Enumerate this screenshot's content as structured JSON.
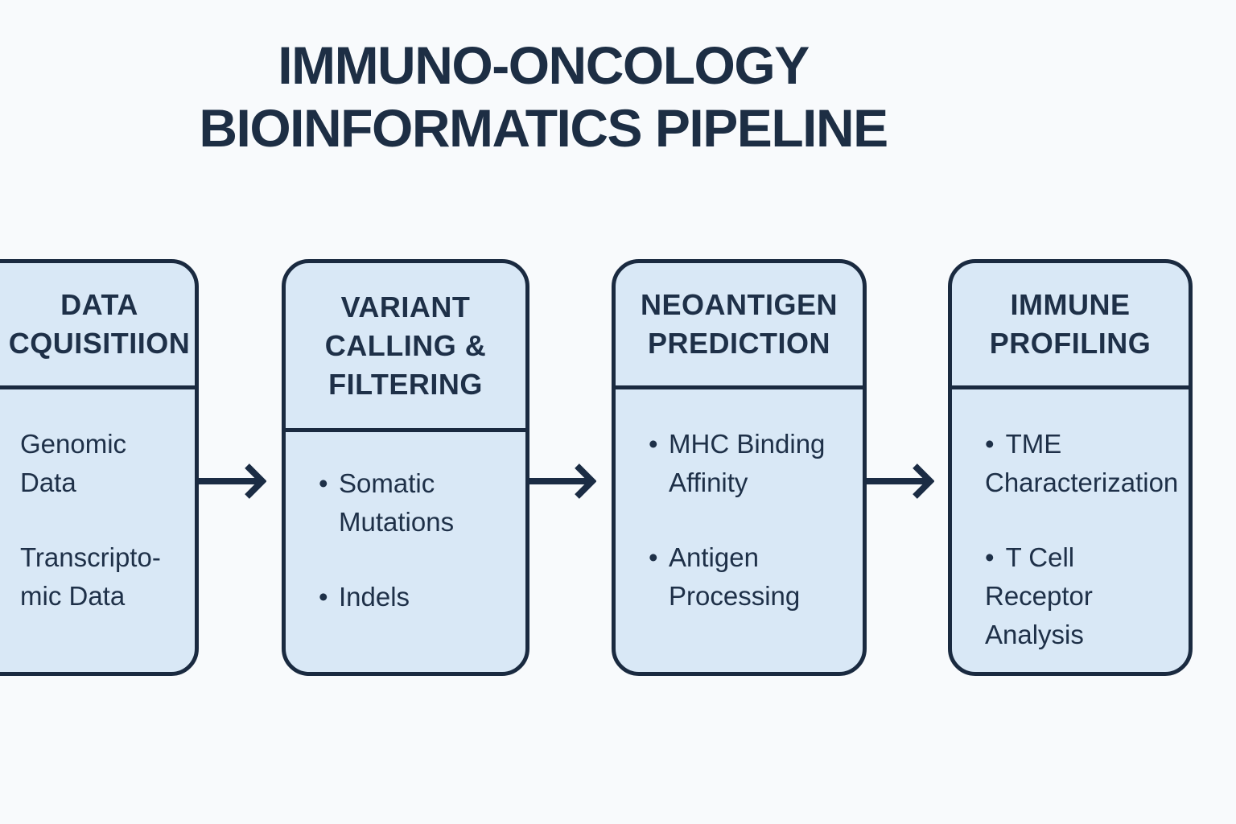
{
  "title": {
    "line1": "IMMUNO-ONCOLOGY",
    "line2": "BIOINFORMATICS PIPELINE"
  },
  "colors": {
    "background": "#f8fafc",
    "box_fill": "#d9e8f6",
    "box_border": "#1a2a40",
    "text_navy": "#1e3048",
    "arrow_navy": "#1b2c44"
  },
  "boxes": [
    {
      "id": "data-acquisition",
      "header_lines": [
        "DATA",
        "CQUISITIION"
      ],
      "items": [
        {
          "bullet": false,
          "lines": [
            "Genomic",
            "Data"
          ]
        },
        {
          "bullet": false,
          "lines": [
            "Transcripto-",
            "mic Data"
          ]
        }
      ]
    },
    {
      "id": "variant-calling-filtering",
      "header_lines": [
        "VARIANT",
        "CALLING &",
        "FILTERING"
      ],
      "items": [
        {
          "bullet": true,
          "lines": [
            "Somatic",
            "Mutations"
          ]
        },
        {
          "bullet": true,
          "lines": [
            "Indels"
          ]
        }
      ]
    },
    {
      "id": "neoantigen-prediction",
      "header_lines": [
        "NEOANTIGEN",
        "PREDICTION"
      ],
      "items": [
        {
          "bullet": true,
          "lines": [
            "MHC Binding",
            "Affinity"
          ]
        },
        {
          "bullet": true,
          "lines": [
            "Antigen",
            "Processing"
          ]
        }
      ]
    },
    {
      "id": "immune-profiling",
      "header_lines": [
        "IMMUNE",
        "PROFILING"
      ],
      "items": [
        {
          "bullet": true,
          "lines": [
            "TME",
            "Characterization"
          ]
        },
        {
          "bullet": true,
          "lines": [
            "T Cell",
            "Receptor",
            "Analysis"
          ]
        }
      ]
    }
  ],
  "bullet_glyph": "•",
  "arrows": [
    "flow-arrow-1",
    "flow-arrow-2",
    "flow-arrow-3"
  ]
}
